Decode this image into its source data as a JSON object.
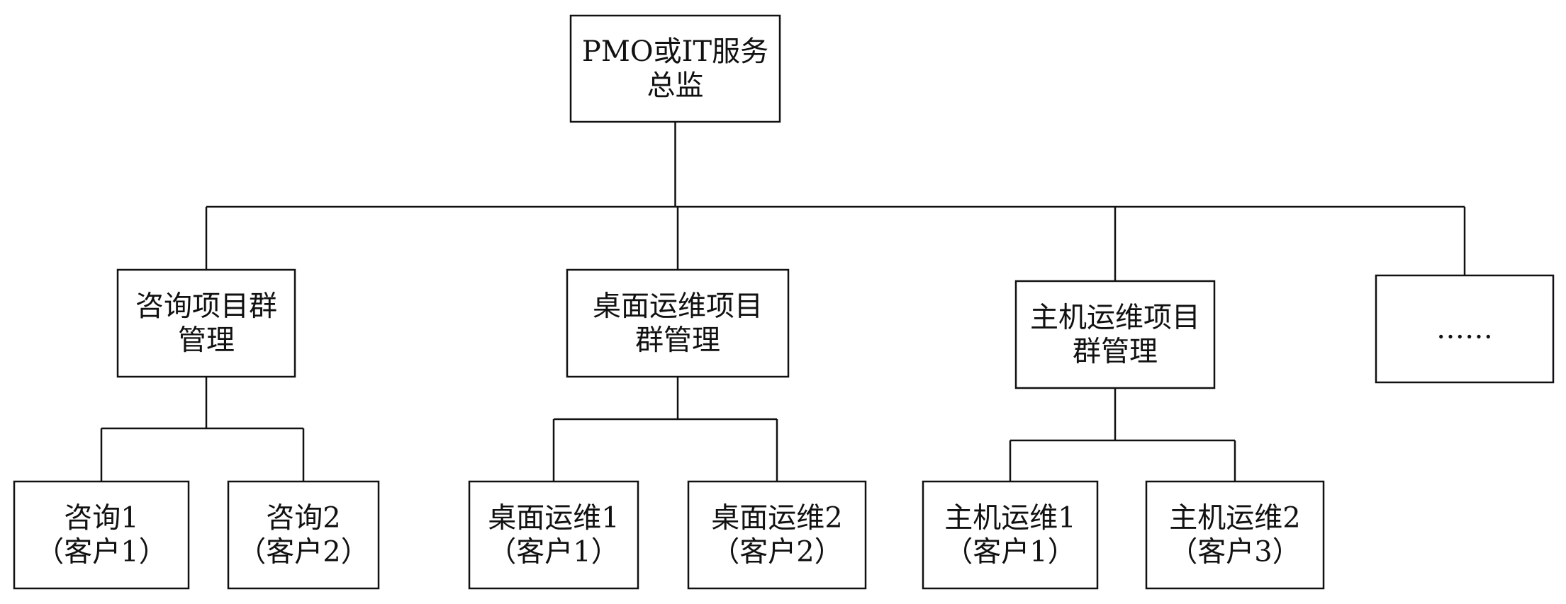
{
  "nodes": [
    {
      "id": "root",
      "lines": [
        "PMO或IT服务",
        "总监"
      ]
    },
    {
      "id": "consult-group",
      "lines": [
        "咨询项目群",
        "管理"
      ]
    },
    {
      "id": "desktop-group",
      "lines": [
        "桌面运维项目",
        "群管理"
      ]
    },
    {
      "id": "host-group",
      "lines": [
        "主机运维项目",
        "群管理"
      ]
    },
    {
      "id": "more-group",
      "lines": [
        "……"
      ]
    },
    {
      "id": "consult-1",
      "lines": [
        "咨询1",
        "（客户1）"
      ]
    },
    {
      "id": "consult-2",
      "lines": [
        "咨询2",
        "（客户2）"
      ]
    },
    {
      "id": "desktop-1",
      "lines": [
        "桌面运维1",
        "（客户1）"
      ]
    },
    {
      "id": "desktop-2",
      "lines": [
        "桌面运维2",
        "（客户2）"
      ]
    },
    {
      "id": "host-1",
      "lines": [
        "主机运维1",
        "（客户1）"
      ]
    },
    {
      "id": "host-2",
      "lines": [
        "主机运维2",
        "（客户3）"
      ]
    }
  ],
  "edges": [
    {
      "from": "root",
      "to": "consult-group"
    },
    {
      "from": "root",
      "to": "desktop-group"
    },
    {
      "from": "root",
      "to": "host-group"
    },
    {
      "from": "root",
      "to": "more-group"
    },
    {
      "from": "consult-group",
      "to": "consult-1"
    },
    {
      "from": "consult-group",
      "to": "consult-2"
    },
    {
      "from": "desktop-group",
      "to": "desktop-1"
    },
    {
      "from": "desktop-group",
      "to": "desktop-2"
    },
    {
      "from": "host-group",
      "to": "host-1"
    },
    {
      "from": "host-group",
      "to": "host-2"
    }
  ]
}
